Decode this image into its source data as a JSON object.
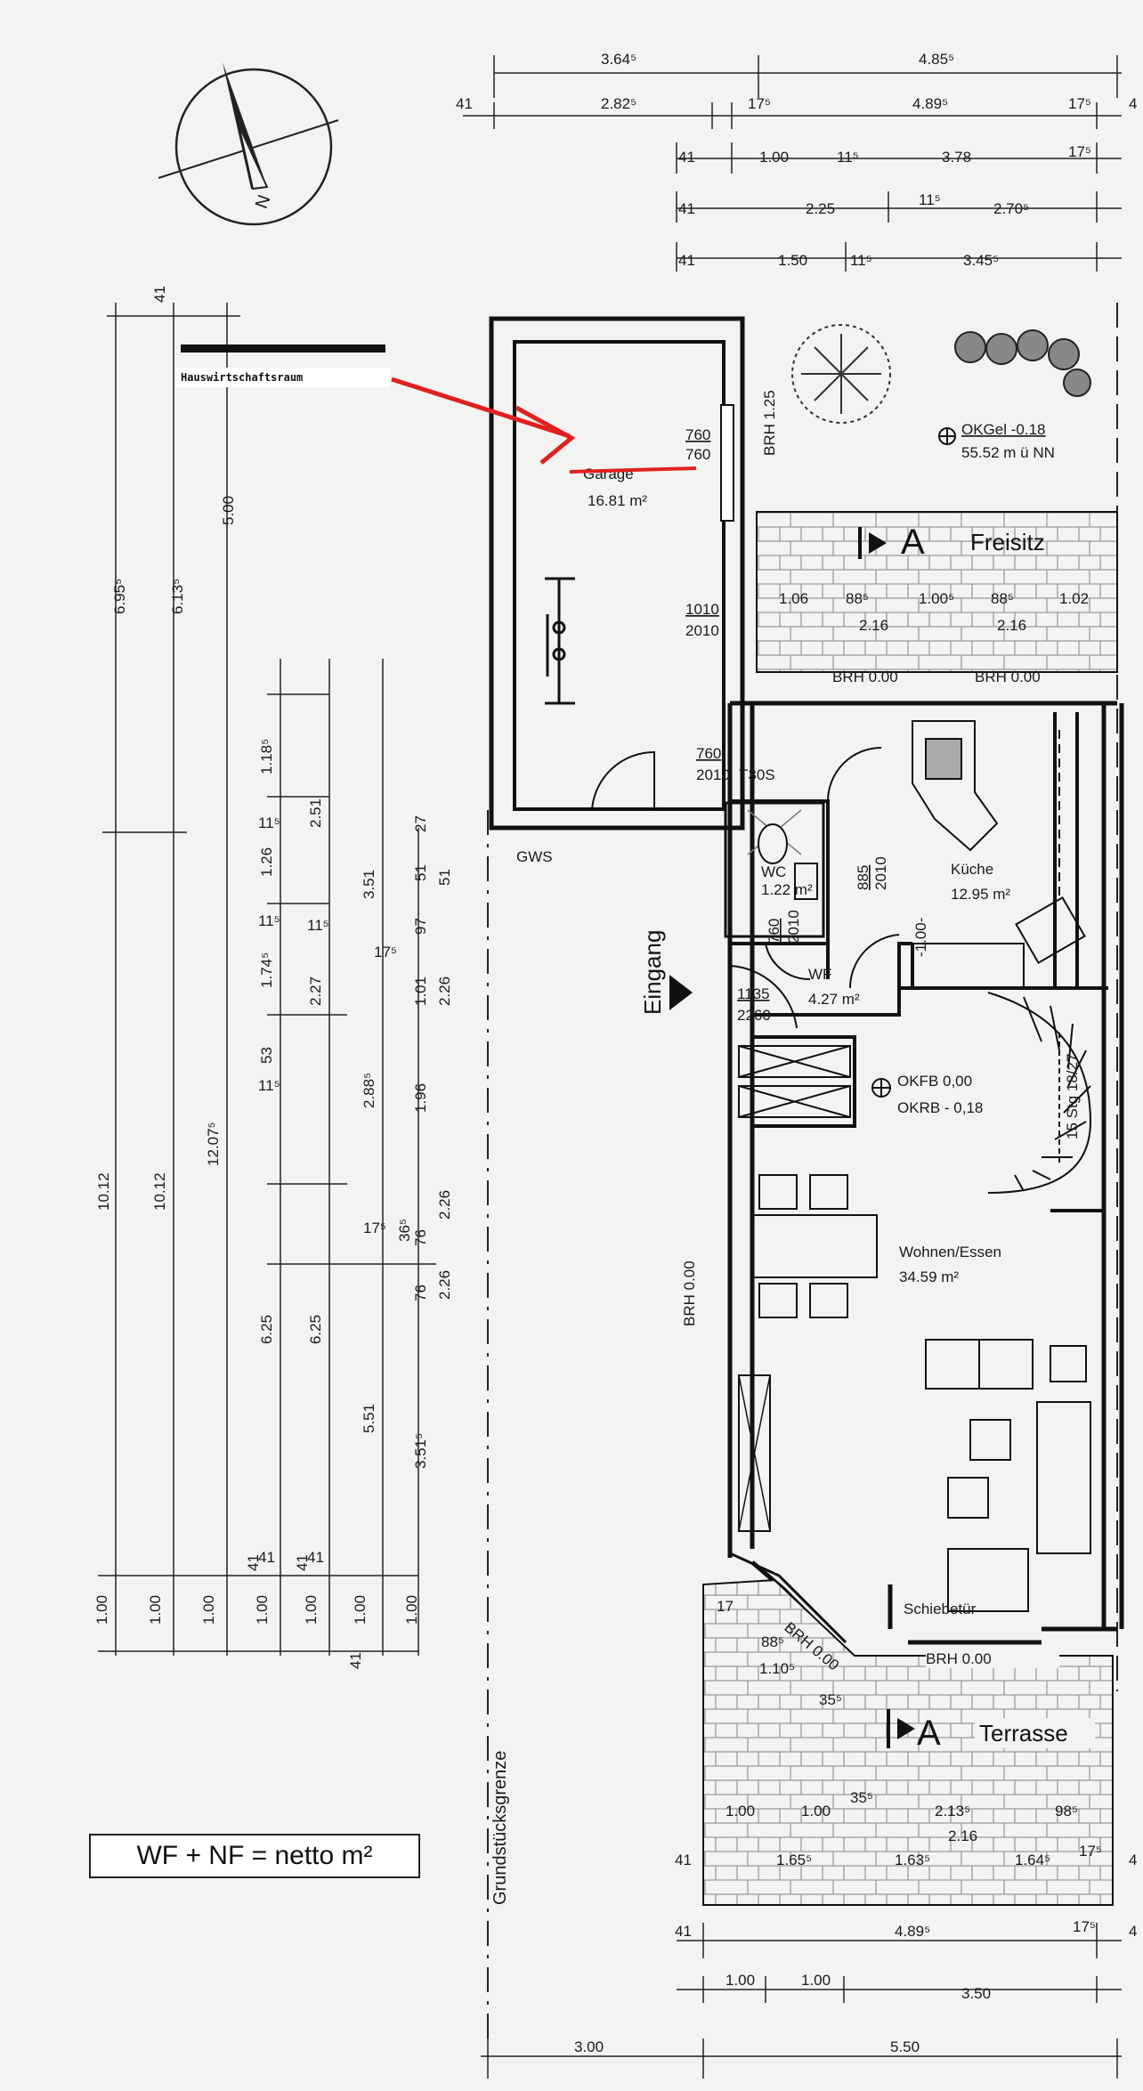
{
  "annotation": {
    "label": "Hauswirtschaftsraum",
    "struck_label": "Garage",
    "arrow_color": "#e02020",
    "bar_color": "#111111"
  },
  "rooms": {
    "garage_area": "16.81 m²",
    "kueche_name": "Küche",
    "kueche_area": "12.95 m²",
    "wc_name": "WC",
    "wc_area": "1.22 m²",
    "wf_name": "WF",
    "wf_area": "4.27 m²",
    "wohnen_name": "Wohnen/Essen",
    "wohnen_area": "34.59 m²",
    "freisitz": "Freisitz",
    "terrasse": "Terrasse",
    "eingang": "Eingang",
    "grundstuecksgrenze": "Grundstücksgrenze",
    "schiebetuer": "Schiebetür",
    "section_a": "A"
  },
  "levels": {
    "okgel": "OKGel  -0.18",
    "nn": "55.52 m ü NN",
    "okfb": "OKFB  0,00",
    "okrb": "OKRB  - 0,18"
  },
  "openings": {
    "w760_top": "760",
    "w760_bot": "760",
    "brh125": "BRH 1.25",
    "d1010_top": "1010",
    "d1010_bot": "2010",
    "d760_top": "760",
    "d760_bot": "2010",
    "t30s": "T30S",
    "d885_top": "885",
    "d885_bot": "2010",
    "d760b_top": "760",
    "d760b_bot": "2010",
    "d1135_top": "1135",
    "d1135_bot": "2260",
    "brh000_a": "BRH 0.00",
    "brh000_b": "BRH 0.00",
    "brh000_c": "BRH 0.00",
    "brh000_d": "BRH 0.00",
    "brh000_e": "BRH 0.00",
    "gws": "GWS",
    "stair_note": "15 Stg 18/27",
    "d100": "-1.00-"
  },
  "dims_top": {
    "r1_a": "3.64⁵",
    "r1_b": "4.85⁵",
    "r2_a": "41",
    "r2_b": "2.82⁵",
    "r2_c": "17⁵",
    "r2_d": "4.89⁵",
    "r2_e": "17⁵",
    "r2_f": "4",
    "r3_a": "41",
    "r3_b": "1.00",
    "r3_c": "11⁵",
    "r3_d": "3.78",
    "r3_e": "17⁵",
    "r4_a": "41",
    "r4_b": "2.25",
    "r4_c": "11⁵",
    "r4_d": "2.70⁵",
    "r5_a": "41",
    "r5_b": "1.50",
    "r5_c": "11⁵",
    "r5_d": "3.45⁵"
  },
  "dims_freisitz": [
    "1.06",
    "88⁵",
    "2.16",
    "1.00⁵",
    "88⁵",
    "2.16",
    "1.02"
  ],
  "dims_left": {
    "c1": "6.95⁵",
    "c2": "6.13⁵",
    "c3": "5.00",
    "c4": "41",
    "c5": "10.12",
    "c6": "10.12",
    "c7": "12.07⁵",
    "c8": "1.18⁵",
    "c9": "1.26",
    "c10": "1.74⁵",
    "c11": "53",
    "c12": "6.25",
    "c13": "2.51",
    "c14": "2.27",
    "c15": "2.88⁵",
    "c16": "6.25",
    "c17": "3.51",
    "c18": "5.51",
    "c19": "1.01",
    "c20": "1.96",
    "c21": "36⁵",
    "c22": "76",
    "c23": "76",
    "c24": "3.51⁵",
    "c25": "51",
    "c26": "97",
    "c27": "2.26",
    "c28": "2.26",
    "c29": "2.26",
    "c30": "51",
    "c31": "27",
    "c32": "11⁵",
    "c33": "11⁵",
    "c34": "11⁵",
    "c35": "11⁵",
    "c36": "17⁵",
    "c37": "17⁵",
    "b1": "1.00",
    "b2": "1.00",
    "b3": "1.00",
    "b4": "1.00",
    "b5": "1.00",
    "b6": "1.00",
    "b7": "1.00",
    "b8": "41",
    "b9": "41",
    "b10": "41",
    "b11": "41",
    "b12": "41"
  },
  "dims_terrasse": {
    "t1": "17",
    "t2": "88⁵",
    "t3": "1.10⁵",
    "t4": "35⁵",
    "t5": "1.00",
    "t6": "1.00",
    "t7": "35⁵",
    "t8": "2.13⁵",
    "t9": "98⁵",
    "t10": "2.16",
    "t11": "41",
    "t12": "1.65⁵",
    "t13": "1.63⁵",
    "t14": "1.64⁵",
    "t15": "17⁵",
    "t16": "4"
  },
  "dims_bottom": {
    "b1": "41",
    "b2": "4.89⁵",
    "b3": "17⁵",
    "b4": "4",
    "b5": "1.00",
    "b6": "1.00",
    "b7": "3.50",
    "b8": "3.00",
    "b9": "5.50"
  },
  "legend": "WF + NF = netto m²",
  "compass": "N"
}
